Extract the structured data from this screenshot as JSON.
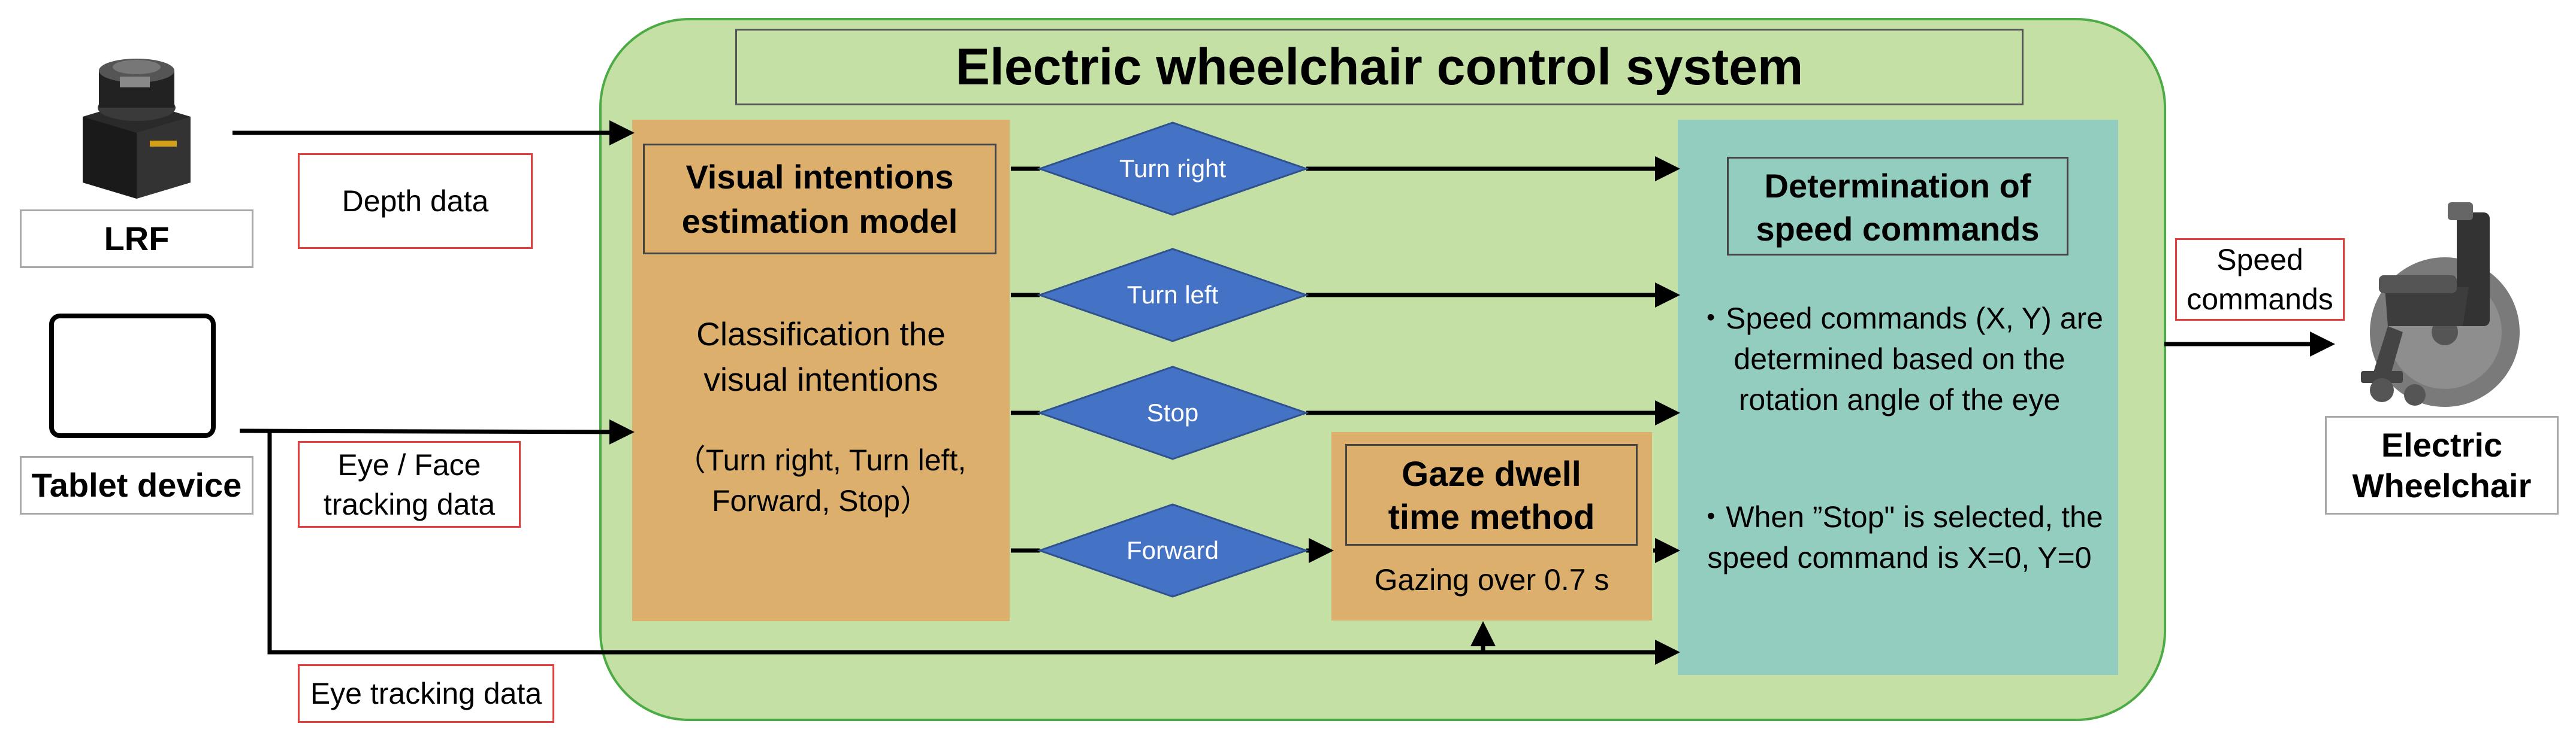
{
  "system": {
    "title": "Electric wheelchair control system"
  },
  "model": {
    "title_line1": "Visual intentions",
    "title_line2": "estimation model",
    "desc_line1": "Classification the",
    "desc_line2": "visual intentions",
    "classes_line1": "（Turn right, Turn left,",
    "classes_line2": "Forward, Stop）"
  },
  "decisions": {
    "turn_right": "Turn right",
    "turn_left": "Turn left",
    "stop": "Stop",
    "forward": "Forward"
  },
  "gaze": {
    "title_line1": "Gaze dwell",
    "title_line2": "time method",
    "detail": "Gazing over 0.7 s"
  },
  "speed": {
    "title_line1": "Determination of",
    "title_line2": "speed commands",
    "bullet1_line1": "・Speed commands (X, Y) are",
    "bullet1_line2": "determined based on the",
    "bullet1_line3": "rotation angle of the eye",
    "bullet2_line1": "・When ”Stop\" is selected, the",
    "bullet2_line2": "speed command is X=0, Y=0"
  },
  "inputs": {
    "lrf_label": "LRF",
    "tablet_label": "Tablet device",
    "depth_data": "Depth data",
    "eye_face_line1": "Eye / Face",
    "eye_face_line2": "tracking data",
    "eye_tracking": "Eye tracking data"
  },
  "output": {
    "speed_cmd_line1": "Speed",
    "speed_cmd_line2": "commands",
    "wheelchair_line1": "Electric",
    "wheelchair_line2": "Wheelchair"
  },
  "colors": {
    "system_fill": "#c5e0a5",
    "system_border": "#4dab45",
    "model_fill": "#dcb06c",
    "speed_fill": "#93cdc0",
    "diamond_fill": "#4472c4",
    "label_border": "#e83c3c"
  }
}
